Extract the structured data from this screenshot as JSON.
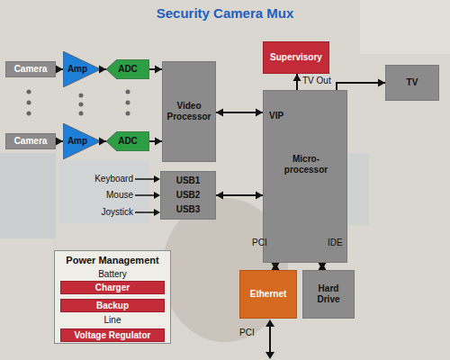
{
  "diagram": {
    "title": "Security Camera Mux",
    "nodes": [
      {
        "text": [
          "Camera"
        ]
      },
      {
        "text": [
          "Amp"
        ]
      },
      {
        "text": [
          "ADC"
        ]
      },
      {
        "text": [
          "Video Processor"
        ]
      },
      {
        "text": [
          "Supervisory"
        ]
      },
      {
        "text": [
          "VIP",
          "Micro-processor"
        ]
      },
      {
        "text": [
          "TV"
        ]
      },
      {
        "text": [
          "Camera"
        ]
      },
      {
        "text": [
          "Amp"
        ]
      },
      {
        "text": [
          "ADC"
        ]
      },
      {
        "text": [
          "USB1",
          "USB2",
          "USB3"
        ]
      },
      {
        "text": [
          "Ethernet"
        ]
      },
      {
        "text": [
          "Hard Drive"
        ]
      },
      {
        "text": [
          "Power Management",
          "Battery",
          "Line"
        ]
      },
      {
        "text": [
          "Charger"
        ],
        "in": 13
      },
      {
        "text": [
          "Backup"
        ],
        "in": 13
      },
      {
        "text": [
          "Voltage Regulator"
        ],
        "in": 13
      }
    ],
    "edges": [
      {
        "from": 0,
        "to": 1,
        "arrow": "to"
      },
      {
        "from": 1,
        "to": 2,
        "arrow": "to"
      },
      {
        "from": 2,
        "to": 3,
        "arrow": "to"
      },
      {
        "from": 7,
        "to": 8,
        "arrow": "to"
      },
      {
        "from": 8,
        "to": 9,
        "arrow": "to"
      },
      {
        "from": 9,
        "to": 3,
        "arrow": "to"
      },
      {
        "from": 3,
        "to": 5,
        "arrow": "both"
      },
      {
        "from": 5,
        "to": 4,
        "arrow": "to"
      },
      {
        "from": 5,
        "to": 6,
        "label": "TV Out",
        "arrow": "to"
      },
      {
        "from": 10,
        "to": 5,
        "arrow": "both"
      },
      {
        "from": 5,
        "to": 11,
        "label": "PCI",
        "arrow": "both"
      },
      {
        "from": 5,
        "to": 12,
        "label": "IDE",
        "arrow": "both"
      }
    ],
    "labels": [
      "Keyboard",
      "Mouse",
      "Joystick",
      "PCI"
    ]
  }
}
